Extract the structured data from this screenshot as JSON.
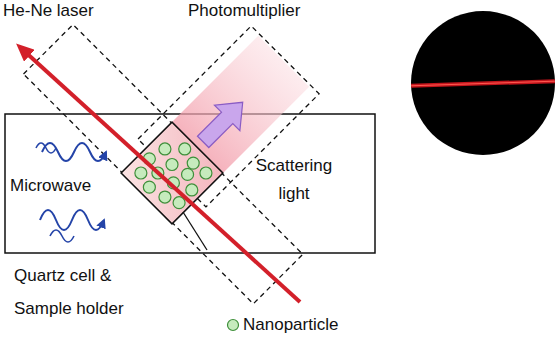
{
  "diagram": {
    "labels": [
      "He-Ne laser",
      "Photomultiplier",
      "Microwave",
      "Scattering light",
      "Quartz cell & Sample holder"
    ],
    "legend": [
      {
        "text": "Nanoparticle"
      }
    ]
  }
}
